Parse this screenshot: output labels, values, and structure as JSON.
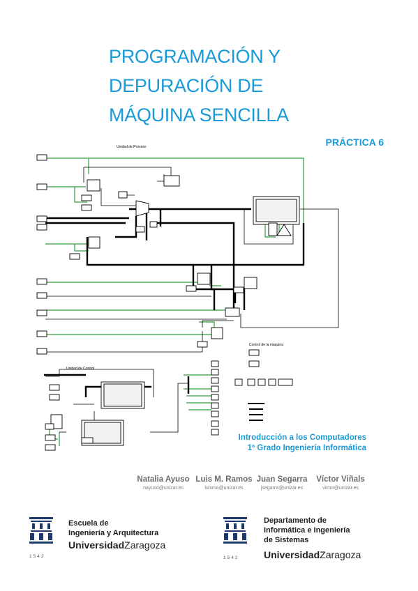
{
  "title": {
    "line1": "PROGRAMACIÓN Y",
    "line2": "DEPURACIÓN DE",
    "line3": "MÁQUINA SENCILLA"
  },
  "practica": "PRÁCTICA 6",
  "diagram": {
    "process_unit_label": "Unidad de Proceso",
    "control_unit_label": "Unidad de Control",
    "signals_label": "Control de la maquina"
  },
  "course": {
    "line1": "Introducción a los Computadores",
    "line2": "1º Grado Ingeniería Informática"
  },
  "authors": [
    {
      "name": "Natalia Ayuso",
      "email": "nayuso@unizar.es"
    },
    {
      "name": "Luis M. Ramos",
      "email": "luisma@unizar.es"
    },
    {
      "name": "Juan Segarra",
      "email": "jsegarra@unizar.es"
    },
    {
      "name": "Víctor Viñals",
      "email": "victor@unizar.es"
    }
  ],
  "logos": {
    "school_line1": "Escuela de",
    "school_line2": "Ingeniería y Arquitectura",
    "dept_line1": "Departamento de",
    "dept_line2": "Informática e Ingeniería",
    "dept_line3": "de Sistemas",
    "uni_bold": "Universidad",
    "uni_regular": "Zaragoza",
    "year": "1542"
  },
  "colors": {
    "accent": "#1a9ad7",
    "wire_green": "#2e9e3a"
  }
}
